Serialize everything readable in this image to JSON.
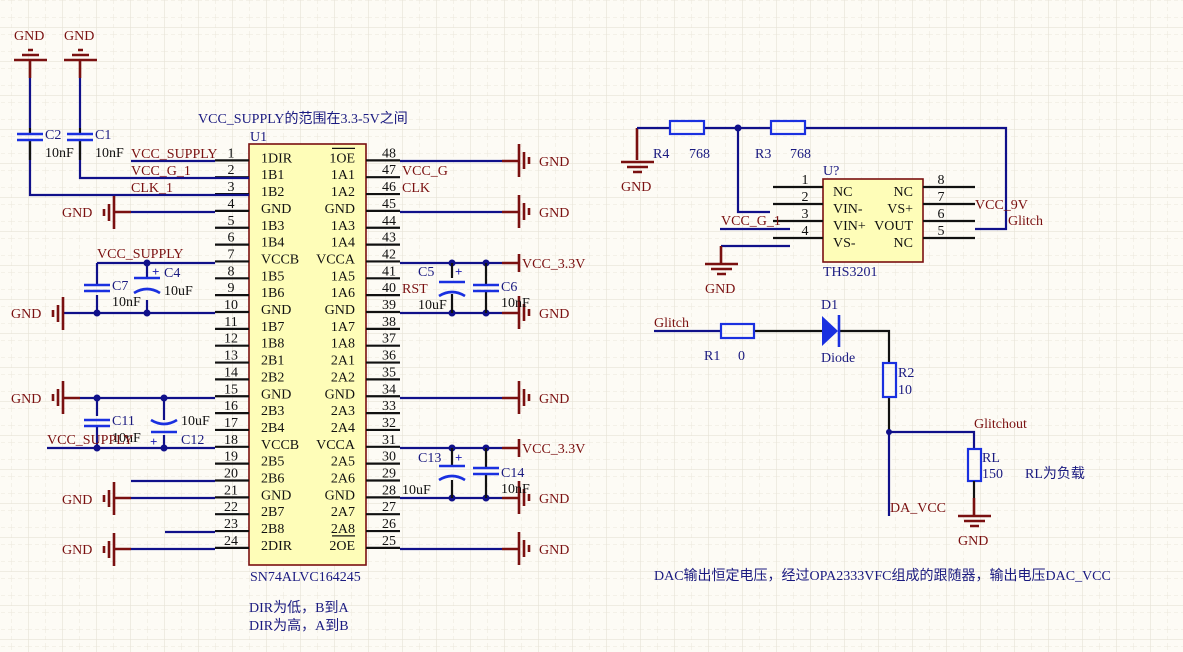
{
  "notes": {
    "vcc_supply_range": "VCC_SUPPLY的范围在3.3-5V之间",
    "dir_low": "DIR为低，B到A",
    "dir_high": "DIR为高，A到B",
    "rl_load": "RL为负载",
    "dac_description": "DAC输出恒定电压，经过OPA2333VFC组成的跟随器，输出电压DAC_VCC"
  },
  "u1": {
    "designator": "U1",
    "part": "SN74ALVC164245",
    "left_pins": [
      {
        "num": "1",
        "name": "1DIR"
      },
      {
        "num": "2",
        "name": "1B1"
      },
      {
        "num": "3",
        "name": "1B2"
      },
      {
        "num": "4",
        "name": "GND"
      },
      {
        "num": "5",
        "name": "1B3"
      },
      {
        "num": "6",
        "name": "1B4"
      },
      {
        "num": "7",
        "name": "VCCB"
      },
      {
        "num": "8",
        "name": "1B5"
      },
      {
        "num": "9",
        "name": "1B6"
      },
      {
        "num": "10",
        "name": "GND"
      },
      {
        "num": "11",
        "name": "1B7"
      },
      {
        "num": "12",
        "name": "1B8"
      },
      {
        "num": "13",
        "name": "2B1"
      },
      {
        "num": "14",
        "name": "2B2"
      },
      {
        "num": "15",
        "name": "GND"
      },
      {
        "num": "16",
        "name": "2B3"
      },
      {
        "num": "17",
        "name": "2B4"
      },
      {
        "num": "18",
        "name": "VCCB"
      },
      {
        "num": "19",
        "name": "2B5"
      },
      {
        "num": "20",
        "name": "2B6"
      },
      {
        "num": "21",
        "name": "GND"
      },
      {
        "num": "22",
        "name": "2B7"
      },
      {
        "num": "23",
        "name": "2B8"
      },
      {
        "num": "24",
        "name": "2DIR"
      }
    ],
    "right_pins": [
      {
        "num": "48",
        "name": "1OE"
      },
      {
        "num": "47",
        "name": "1A1"
      },
      {
        "num": "46",
        "name": "1A2"
      },
      {
        "num": "45",
        "name": "GND"
      },
      {
        "num": "44",
        "name": "1A3"
      },
      {
        "num": "43",
        "name": "1A4"
      },
      {
        "num": "42",
        "name": "VCCA"
      },
      {
        "num": "41",
        "name": "1A5"
      },
      {
        "num": "40",
        "name": "1A6"
      },
      {
        "num": "39",
        "name": "GND"
      },
      {
        "num": "38",
        "name": "1A7"
      },
      {
        "num": "37",
        "name": "1A8"
      },
      {
        "num": "36",
        "name": "2A1"
      },
      {
        "num": "35",
        "name": "2A2"
      },
      {
        "num": "34",
        "name": "GND"
      },
      {
        "num": "33",
        "name": "2A3"
      },
      {
        "num": "32",
        "name": "2A4"
      },
      {
        "num": "31",
        "name": "VCCA"
      },
      {
        "num": "30",
        "name": "2A5"
      },
      {
        "num": "29",
        "name": "2A6"
      },
      {
        "num": "28",
        "name": "GND"
      },
      {
        "num": "27",
        "name": "2A7"
      },
      {
        "num": "26",
        "name": "2A8"
      },
      {
        "num": "25",
        "name": "2OE"
      }
    ]
  },
  "u2": {
    "designator": "U?",
    "part": "THS3201",
    "left_pins": [
      {
        "num": "1",
        "name": "NC"
      },
      {
        "num": "2",
        "name": "VIN-"
      },
      {
        "num": "3",
        "name": "VIN+"
      },
      {
        "num": "4",
        "name": "VS-"
      }
    ],
    "right_pins": [
      {
        "num": "8",
        "name": "NC"
      },
      {
        "num": "7",
        "name": "VS+"
      },
      {
        "num": "6",
        "name": "VOUT"
      },
      {
        "num": "5",
        "name": "NC"
      }
    ]
  },
  "nets": {
    "gnd": "GND",
    "vcc_supply": "VCC_SUPPLY",
    "vcc_g_1": "VCC_G_1",
    "clk_1": "CLK_1",
    "vcc_g": "VCC_G",
    "clk": "CLK",
    "rst": "RST",
    "vcc_3v3": "VCC_3.3V",
    "vcc_9v": "VCC_9V",
    "glitch": "Glitch",
    "glitchout": "Glitchout",
    "da_vcc": "DA_VCC"
  },
  "components": {
    "c1": {
      "ref": "C1",
      "value": "10nF"
    },
    "c2": {
      "ref": "C2",
      "value": "10nF"
    },
    "c4": {
      "ref": "C4",
      "value": "10uF"
    },
    "c5": {
      "ref": "C5",
      "value": "10uF"
    },
    "c6": {
      "ref": "C6",
      "value": "10nF"
    },
    "c7": {
      "ref": "C7",
      "value": "10nF"
    },
    "c11": {
      "ref": "C11",
      "value": "10nF"
    },
    "c12": {
      "ref": "C12",
      "value": "10uF"
    },
    "c13": {
      "ref": "C13",
      "value": "10uF"
    },
    "c14": {
      "ref": "C14",
      "value": "10nF"
    },
    "r1": {
      "ref": "R1",
      "value": "0"
    },
    "r2": {
      "ref": "R2",
      "value": "10"
    },
    "r3": {
      "ref": "R3",
      "value": "768"
    },
    "r4": {
      "ref": "R4",
      "value": "768"
    },
    "rl": {
      "ref": "RL",
      "value": "150"
    },
    "d1": {
      "ref": "D1",
      "value": "Diode"
    }
  }
}
